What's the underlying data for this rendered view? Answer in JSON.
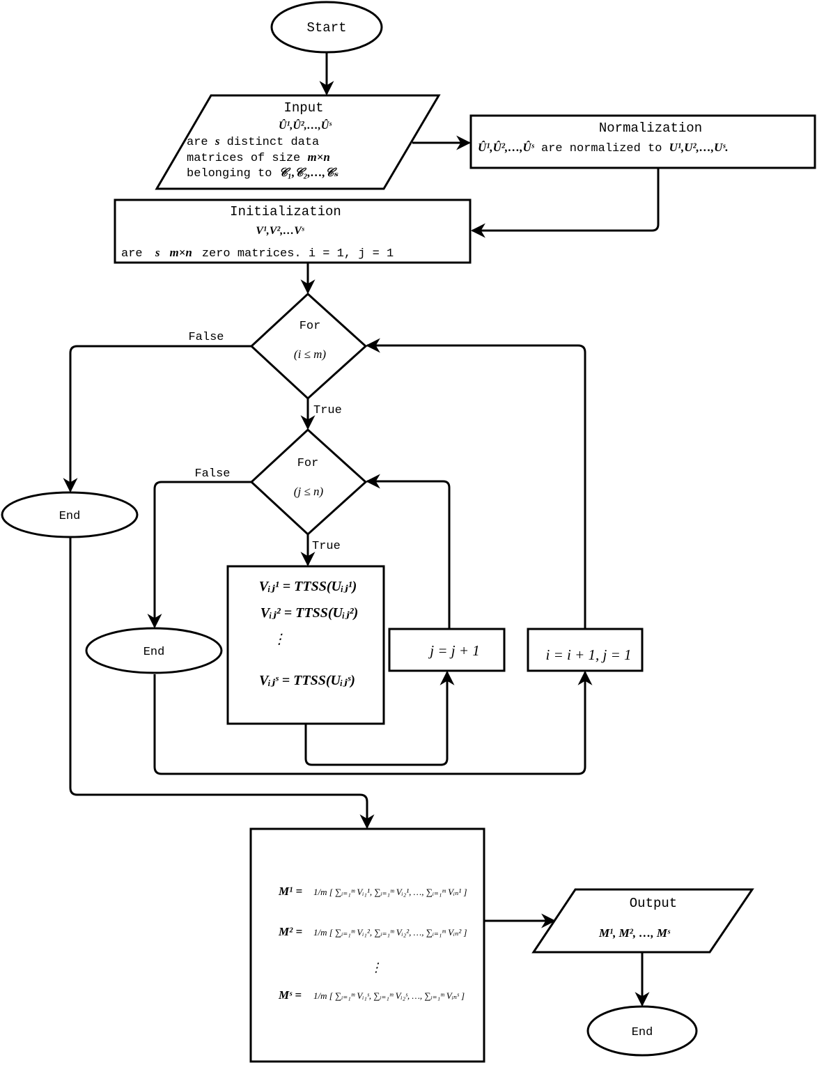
{
  "start": {
    "label": "Start"
  },
  "input": {
    "title": "Input",
    "formula": "Û¹,Û²,…,Ûˢ",
    "line1_pre": "are ",
    "line1_var": "s",
    "line1_post": " distinct data",
    "line2_pre": "matrices of size ",
    "line2_var": "m×n",
    "line3_pre": "belonging to ",
    "line3_var": "𝒞₁,𝒞₂,…,𝒞ₛ"
  },
  "normalization": {
    "title": "Normalization",
    "from": "Û¹,Û²,…,Ûˢ",
    "mid": " are normalized to ",
    "to": "U¹,U²,…,Uˢ."
  },
  "initialization": {
    "title": "Initialization",
    "formula": "V¹,V²,…Vˢ",
    "pre": "are ",
    "var_s": "s",
    "var_mn": "m×n",
    "post": "zero matrices. i = 1, j = 1"
  },
  "loop_i": {
    "label": "For",
    "cond": "(i ≤ m)",
    "false_label": "False",
    "true_label": "True"
  },
  "loop_j": {
    "label": "For",
    "cond": "(j ≤ n)",
    "false_label": "False",
    "true_label": "True"
  },
  "end_outer": {
    "label": "End"
  },
  "end_inner": {
    "label": "End"
  },
  "process": {
    "line1": "Vᵢⱼ¹ = TTSS(Uᵢⱼ¹)",
    "line2": "Vᵢⱼ² = TTSS(Uᵢⱼ²)",
    "vdots": "⋮",
    "line3": "Vᵢⱼˢ = TTSS(Uᵢⱼˢ)"
  },
  "increment_j": {
    "label": "j = j + 1"
  },
  "increment_i": {
    "label": "i = i + 1, j = 1"
  },
  "mean": {
    "m1_lhs": "M¹ =",
    "m1_rhs": "1/m [ ∑ᵢ₌₁ᵐ Vᵢ₁¹, ∑ᵢ₌₁ᵐ Vᵢ₂¹, …, ∑ᵢ₌₁ᵐ Vᵢₙ¹ ]",
    "m2_lhs": "M² =",
    "m2_rhs": "1/m [ ∑ᵢ₌₁ᵐ Vᵢ₁², ∑ᵢ₌₁ᵐ Vᵢ₂², …, ∑ᵢ₌₁ᵐ Vᵢₙ² ]",
    "vdots": "⋮",
    "ms_lhs": "Mˢ =",
    "ms_rhs": "1/m [ ∑ᵢ₌₁ᵐ Vᵢ₁ˢ, ∑ᵢ₌₁ᵐ Vᵢ₂ˢ, …, ∑ᵢ₌₁ᵐ Vᵢₙˢ ]"
  },
  "output": {
    "title": "Output",
    "formula": "M¹, M², …, Mˢ"
  },
  "end_final": {
    "label": "End"
  }
}
